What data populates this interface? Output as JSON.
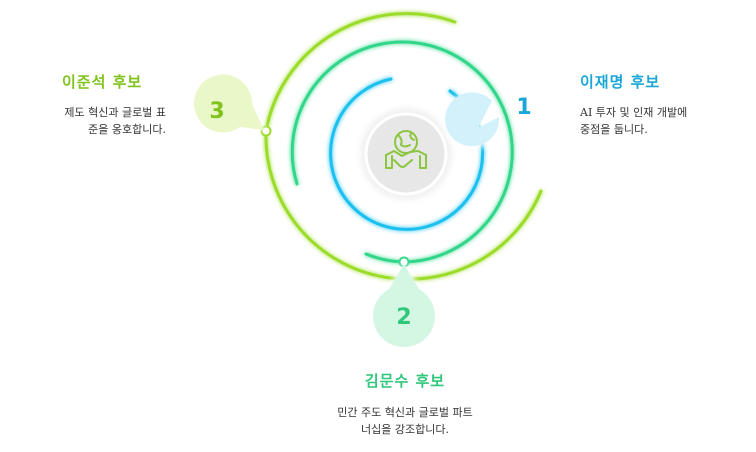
{
  "candidates": [
    {
      "number": "1",
      "name": "이재명 후보",
      "desc_line1": "AI 투자 및 인재 개발에",
      "desc_line2": "중점을 둡니다.",
      "color": "#1aa6d6",
      "bubble_color": "#d3f1fb"
    },
    {
      "number": "2",
      "name": "김문수 후보",
      "desc_line1": "민간 주도 혁신과 글로벌 파트",
      "desc_line2": "너십을 강조합니다.",
      "color": "#2fc77a",
      "bubble_color": "#d4f7e4"
    },
    {
      "number": "3",
      "name": "이준석 후보",
      "desc_line1": "제도 혁신과 글로벌 표",
      "desc_line2": "준을 옹호합니다.",
      "color": "#7fc31c",
      "bubble_color": "#eaf7c8"
    }
  ],
  "center_icon": "globe-handshake-icon",
  "ring_colors": [
    "#1fc0ee",
    "#33d68a",
    "#9bdc2c"
  ]
}
